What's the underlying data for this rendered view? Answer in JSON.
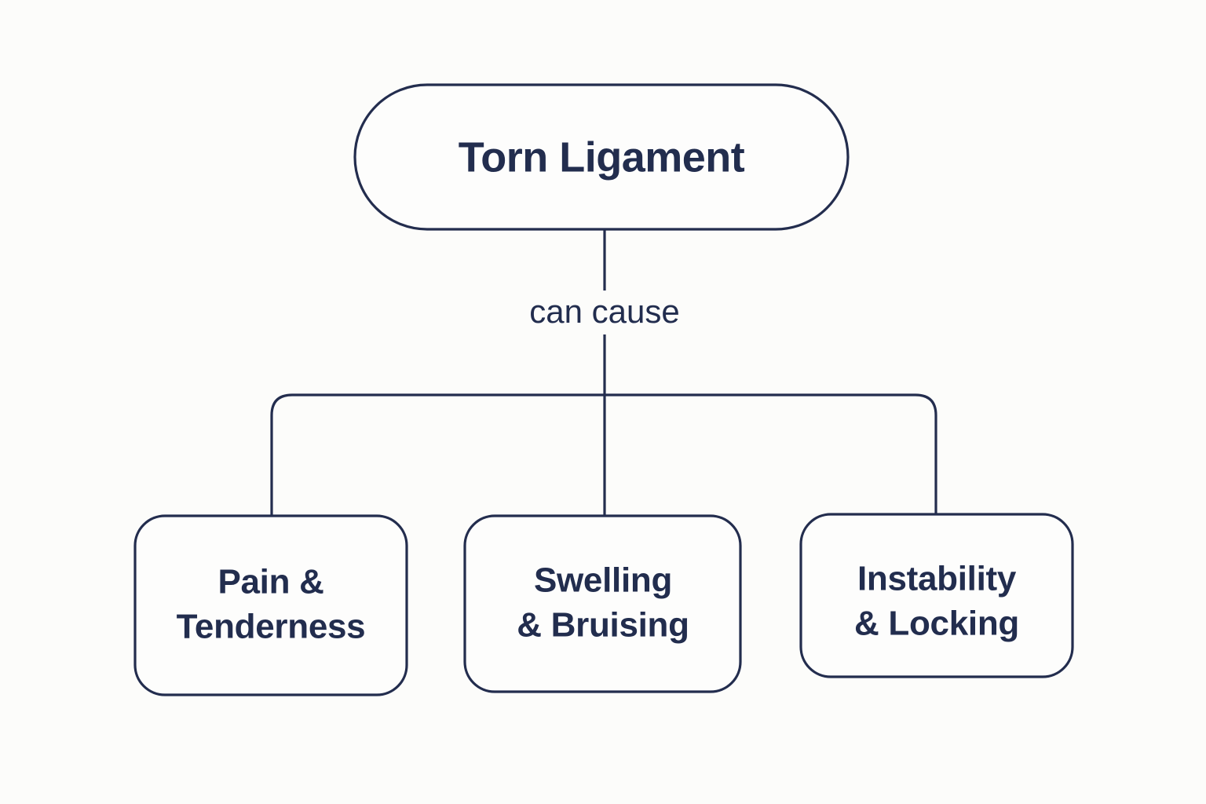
{
  "diagram": {
    "type": "flowchart",
    "title": "Torn Ligament can cause",
    "background_color": "#fcfcfa",
    "node_fill_color": "#fdfdfc",
    "stroke_color": "#232d4e",
    "text_color": "#222d4e",
    "root": {
      "id": "torn-ligament",
      "label": "Torn Ligament",
      "shape": "pill"
    },
    "edge_label": "can cause",
    "children": [
      {
        "id": "pain-tenderness",
        "line1": "Pain &",
        "line2": "Tenderness",
        "shape": "rounded-rect"
      },
      {
        "id": "swelling-bruising",
        "line1": "Swelling",
        "line2": "& Bruising",
        "shape": "rounded-rect"
      },
      {
        "id": "instability-locking",
        "line1": "Instability",
        "line2": "& Locking",
        "shape": "rounded-rect"
      }
    ]
  }
}
